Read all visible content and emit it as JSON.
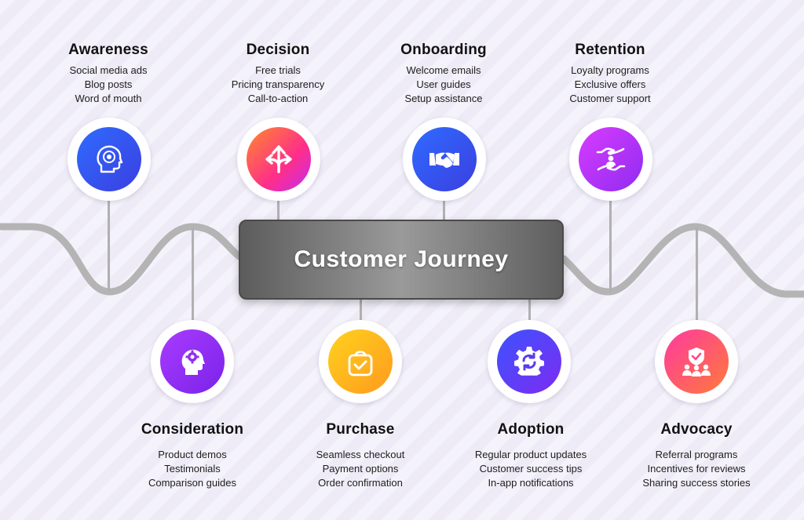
{
  "center": {
    "title": "Customer Journey"
  },
  "stages": [
    {
      "id": "awareness",
      "title": "Awareness",
      "items": [
        "Social media ads",
        "Blog posts",
        "Word of mouth"
      ],
      "icon": "head-target-icon"
    },
    {
      "id": "decision",
      "title": "Decision",
      "items": [
        "Free trials",
        "Pricing transparency",
        "Call-to-action"
      ],
      "icon": "split-arrows-icon"
    },
    {
      "id": "onboarding",
      "title": "Onboarding",
      "items": [
        "Welcome emails",
        "User guides",
        "Setup assistance"
      ],
      "icon": "handshake-icon"
    },
    {
      "id": "retention",
      "title": "Retention",
      "items": [
        "Loyalty programs",
        "Exclusive offers",
        "Customer support"
      ],
      "icon": "hands-person-icon"
    },
    {
      "id": "consideration",
      "title": "Consideration",
      "items": [
        "Product demos",
        "Testimonials",
        "Comparison guides"
      ],
      "icon": "head-gear-icon"
    },
    {
      "id": "purchase",
      "title": "Purchase",
      "items": [
        "Seamless checkout",
        "Payment options",
        "Order confirmation"
      ],
      "icon": "shopping-bag-check-icon"
    },
    {
      "id": "adoption",
      "title": "Adoption",
      "items": [
        "Regular product updates",
        "Customer success tips",
        "In-app notifications"
      ],
      "icon": "gear-refresh-icon"
    },
    {
      "id": "advocacy",
      "title": "Advocacy",
      "items": [
        "Referral programs",
        "Incentives for reviews",
        "Sharing success stories"
      ],
      "icon": "shield-group-icon"
    }
  ]
}
